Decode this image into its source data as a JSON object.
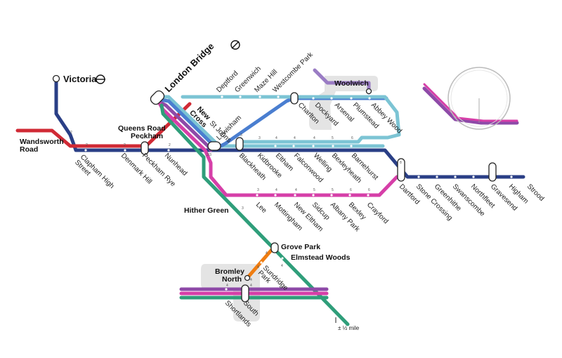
{
  "colors": {
    "navy": "#2a3f86",
    "red": "#d02a35",
    "light_blue": "#7cc4d4",
    "blue": "#4a7ed0",
    "mid_blue": "#5a9ad8",
    "purple": "#8e4aa8",
    "magenta": "#d63fa8",
    "green": "#2f9e7a",
    "orange": "#ef7d12",
    "lavender": "#9a7cc4"
  },
  "icons": [
    "national-rail-icon",
    "station-interchange-icon",
    "station-stop-icon"
  ],
  "stations": {
    "victoria": "Victoria",
    "wandsworth_road": "Wandsworth\nRoad",
    "clapham_high_street": "Clapham High\nStreet",
    "denmark_hill": "Denmark Hill",
    "peckham_rye": "Peckham Rye",
    "queens_road_peckham": "Queens Road\nPeckham",
    "nunhead": "Nunhead",
    "london_bridge": "London Bridge",
    "new_cross": "New\nCross",
    "st_johns": "St Johns",
    "lewisham": "Lewisham",
    "deptford": "Deptford",
    "greenwich": "Greenwich",
    "maze_hill": "Maze Hill",
    "westcombe_park": "Westcombe Park",
    "woolwich": "Woolwich",
    "charlton": "Charlton",
    "dockyard": "Dockyard",
    "arsenal": "Arsenal",
    "plumstead": "Plumstead",
    "abbey_wood": "Abbey Wood",
    "blackheath": "Blackheath",
    "kidbrooke": "Kidbrooke",
    "eltham": "Eltham",
    "falconwood": "Falconwood",
    "welling": "Welling",
    "bexleyheath": "Bexleyheath",
    "barnehurst": "Barnehurst",
    "hither_green": "Hither Green",
    "lee": "Lee",
    "mottingham": "Mottingham",
    "new_eltham": "New Eltham",
    "sidcup": "Sidcup",
    "albany_park": "Albany Park",
    "bexley": "Bexley",
    "crayford": "Crayford",
    "dartford": "Dartford",
    "stone_crossing": "Stone Crossing",
    "greenhithe": "Greenhithe",
    "swanscombe": "Swanscombe",
    "northfleet": "Northfleet",
    "gravesend": "Gravesend",
    "higham": "Higham",
    "strood": "Strood",
    "grove_park": "Grove Park",
    "elmstead_woods": "Elmstead Woods",
    "sundridge_park": "Sundridge\nPark",
    "bromley_north": "Bromley\nNorth",
    "shortlands": "Shortlands",
    "south": "South"
  },
  "zone_numbers": {
    "clapham": "2",
    "denmark": "2",
    "peckham": "2",
    "nunhead": "2",
    "wandsworth": "2",
    "lewisham": "2/3",
    "blackheath": "3",
    "kidbrooke": "3",
    "eltham": "4",
    "falconwood": "4",
    "welling": "4",
    "bexleyheath": "5",
    "barnehurst": "6",
    "lee": "3",
    "mottingham": "4",
    "new_eltham": "4",
    "sidcup": "5",
    "albany_park": "5",
    "bexley": "6",
    "crayford": "6",
    "dartford": "8",
    "hither_green": "3",
    "grove_park": "4",
    "elmstead_woods": "4",
    "sundridge_park": "4",
    "bromley_north": "4",
    "shortlands": "4",
    "south": "4"
  },
  "scale_label": "± ½ mile"
}
